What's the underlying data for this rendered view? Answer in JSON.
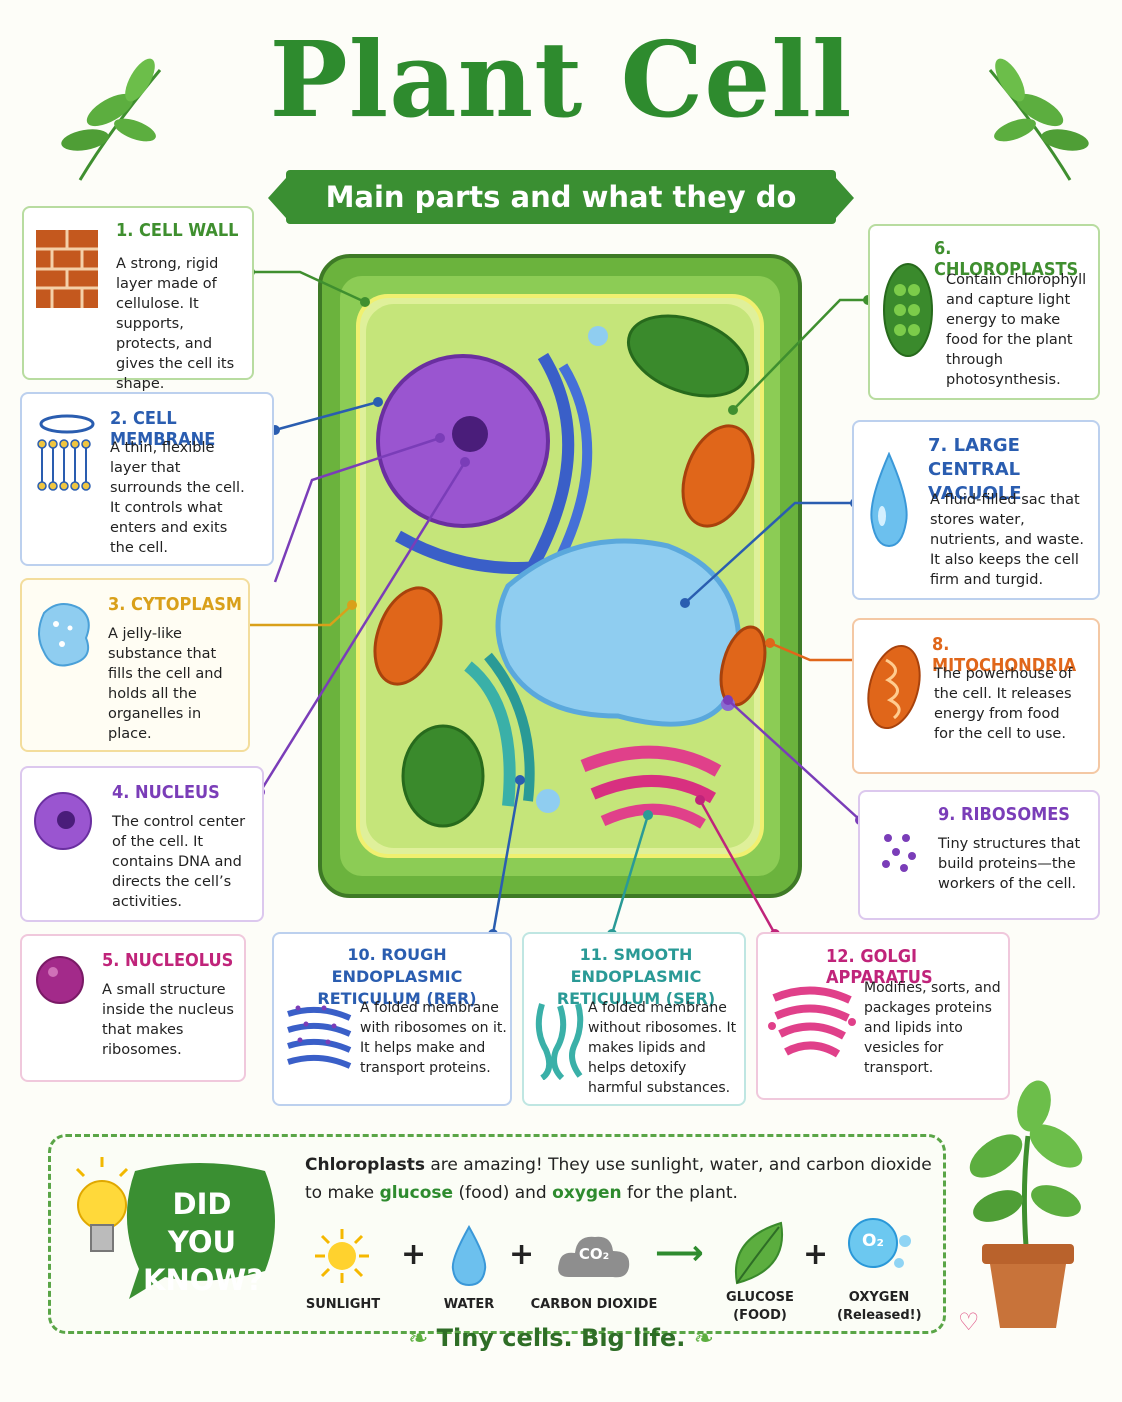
{
  "title": "Plant Cell",
  "subtitle": "Main parts and what they do",
  "parts": [
    {
      "heading": "1. CELL WALL",
      "text": "A strong, rigid layer made of cellulose. It supports, protects, and gives the cell its shape.",
      "color": "#3f8f2f"
    },
    {
      "heading": "2. CELL MEMBRANE",
      "text": "A thin, flexible layer that surrounds the cell. It controls what enters and exits the cell.",
      "color": "#2a5db0"
    },
    {
      "heading": "3. CYTOPLASM",
      "text": "A jelly-like substance that fills the cell and holds all the organelles in place.",
      "color": "#d9a01a"
    },
    {
      "heading": "4. NUCLEUS",
      "text": "The control center of the cell. It contains DNA and directs the cell’s activities.",
      "color": "#7a3db8"
    },
    {
      "heading": "5. NUCLEOLUS",
      "text": "A small structure inside the nucleus that makes ribosomes.",
      "color": "#c0247a"
    },
    {
      "heading": "6. CHLOROPLASTS",
      "text": "Contain chlorophyll and capture light energy to make food for the plant through photosynthesis.",
      "color": "#3f8f2f"
    },
    {
      "heading": "7. LARGE CENTRAL VACUOLE",
      "text": "A fluid-filled sac that stores water, nutrients, and waste. It also keeps the cell firm and turgid.",
      "color": "#2a5db0"
    },
    {
      "heading": "8. MITOCHONDRIA",
      "text": "The powerhouse of the cell. It releases energy from food for the cell to use.",
      "color": "#e0661a"
    },
    {
      "heading": "9. RIBOSOMES",
      "text": "Tiny structures that build proteins—the workers of the cell.",
      "color": "#7a3db8"
    },
    {
      "heading": "10. ROUGH ENDOPLASMIC RETICULUM (RER)",
      "text": "A folded membrane with ribosomes on it. It helps make and transport proteins.",
      "color": "#2a5db0"
    },
    {
      "heading": "11. SMOOTH ENDOPLASMIC RETICULUM (SER)",
      "text": "A folded membrane without ribosomes. It makes lipids and helps detoxify harmful substances.",
      "color": "#2a9a96"
    },
    {
      "heading": "12. GOLGI APPARATUS",
      "text": "Modifies, sorts, and packages proteins and lipids into vesicles for transport.",
      "color": "#c0247a"
    }
  ],
  "did_you_know": {
    "badge": "DID YOU KNOW?",
    "line1_pre": "Chloroplasts",
    "line1_post": " are amazing! They use sunlight, water, and carbon dioxide",
    "line2_pre": "to make ",
    "glucose": "glucose",
    "line2_mid": " (food) and ",
    "oxygen": "oxygen",
    "line2_post": " for the plant.",
    "co2": "CO₂",
    "o2": "O₂",
    "labels": [
      "SUNLIGHT",
      "WATER",
      "CARBON DIOXIDE",
      "GLUCOSE (FOOD)",
      "OXYGEN (Released!)"
    ]
  },
  "footer": "Tiny cells.  Big life."
}
